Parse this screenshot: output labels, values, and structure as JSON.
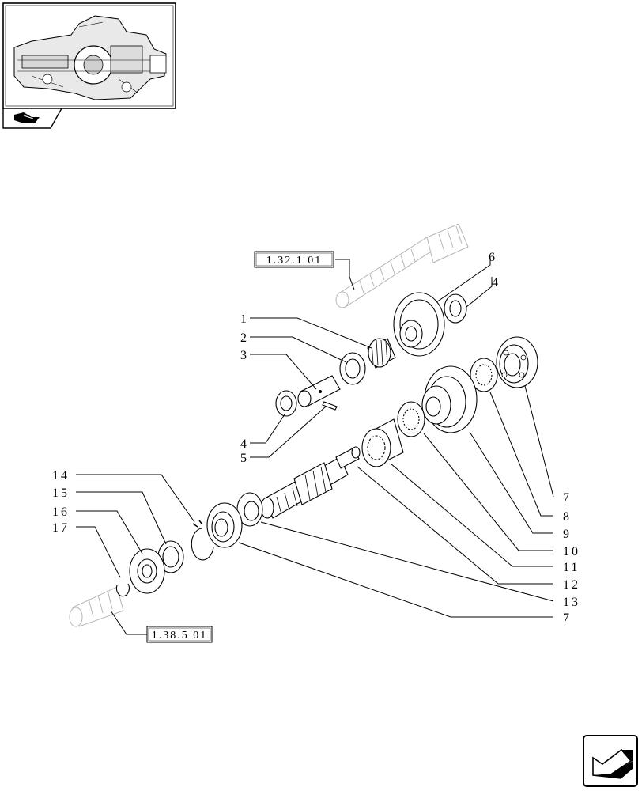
{
  "references": {
    "top": "1.32.1 01",
    "bottom": "1.38.5 01"
  },
  "callouts": [
    {
      "id": "c1",
      "label": "1"
    },
    {
      "id": "c2",
      "label": "2"
    },
    {
      "id": "c3",
      "label": "3"
    },
    {
      "id": "c4a",
      "label": "4"
    },
    {
      "id": "c4b",
      "label": "4"
    },
    {
      "id": "c5",
      "label": "5"
    },
    {
      "id": "c6",
      "label": "6"
    },
    {
      "id": "c7a",
      "label": "7"
    },
    {
      "id": "c7b",
      "label": "7"
    },
    {
      "id": "c8",
      "label": "8"
    },
    {
      "id": "c9",
      "label": "9"
    },
    {
      "id": "c10",
      "label": "10"
    },
    {
      "id": "c11",
      "label": "11"
    },
    {
      "id": "c12",
      "label": "12"
    },
    {
      "id": "c13",
      "label": "13"
    },
    {
      "id": "c14",
      "label": "14"
    },
    {
      "id": "c15",
      "label": "15"
    },
    {
      "id": "c16",
      "label": "16"
    },
    {
      "id": "c17",
      "label": "17"
    }
  ],
  "icons": {
    "thumbnail": "transmission-assembly-thumbnail",
    "tab": "book-icon",
    "nav": "next-page-arrow-icon"
  }
}
